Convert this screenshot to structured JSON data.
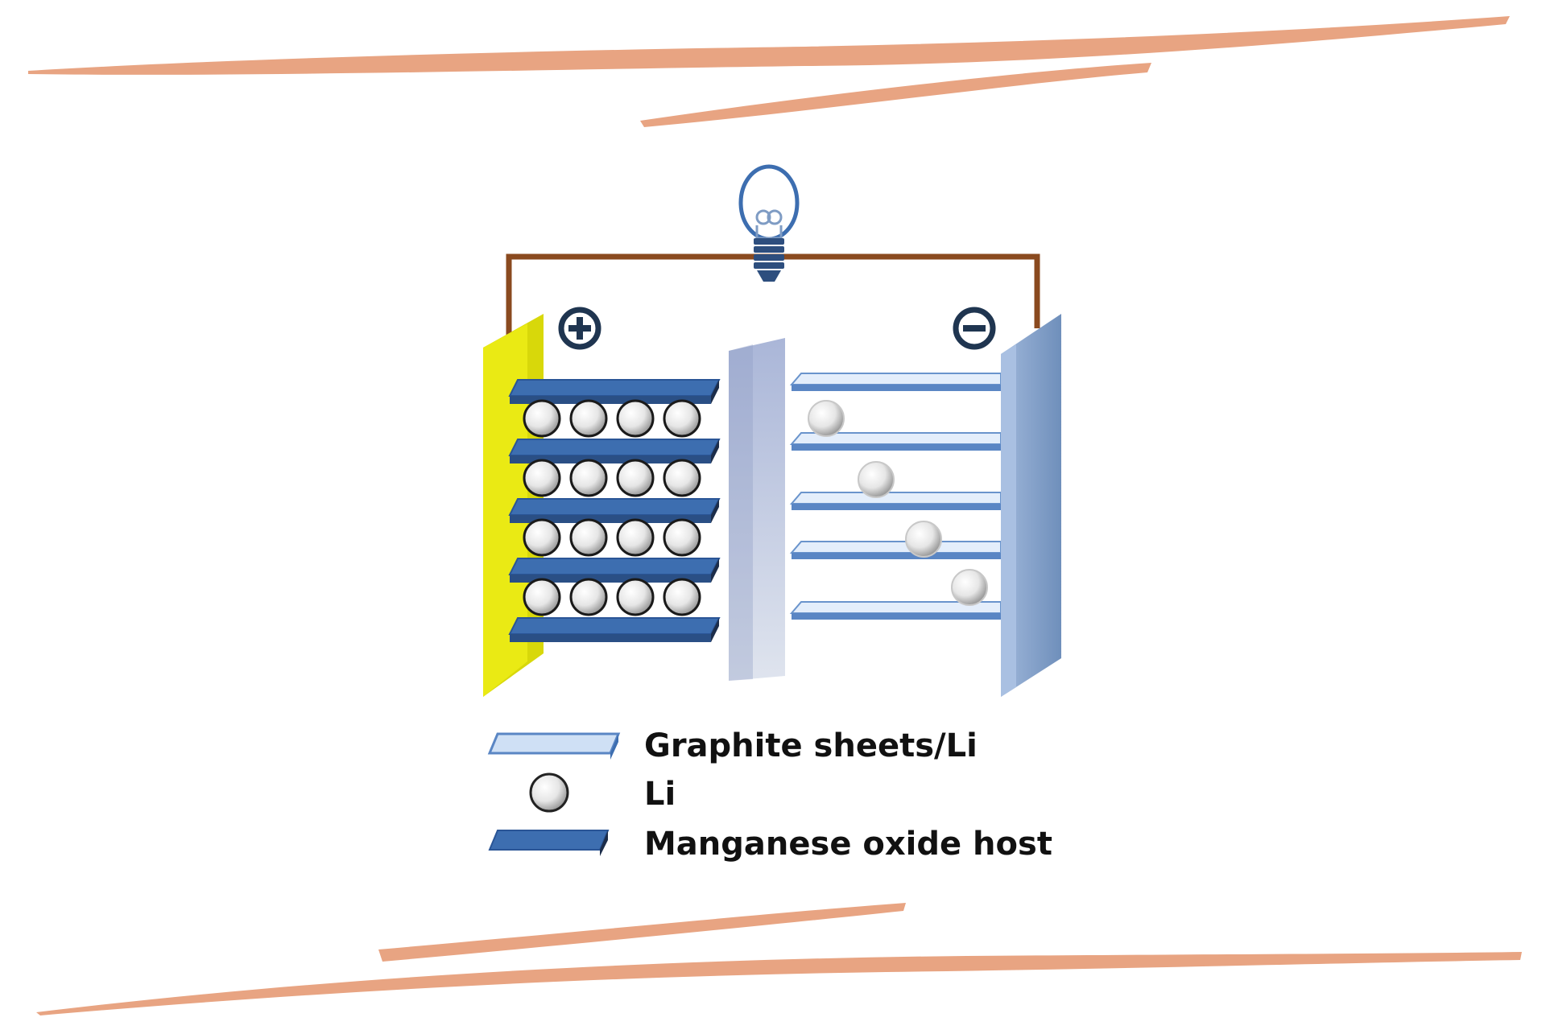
{
  "colors": {
    "background": "#ffffff",
    "brush_stroke": "#e8a482",
    "wire": "#8a4a1f",
    "positive_collector": "#e6e610",
    "separator": "#b6c0dc",
    "negative_collector": "#7f9cc4",
    "manganese_sheet": "#3d6eb0",
    "graphite_sheet": "#cfe0f5",
    "graphite_edge": "#5a86c4",
    "li_ball": "#e8e8e8",
    "terminal_symbol": "#1f3550"
  },
  "icons": {
    "positive_terminal": "plus-circle-icon",
    "negative_terminal": "minus-circle-icon",
    "load": "light-bulb-icon"
  },
  "cathode": {
    "host_layers": 5,
    "li_rows": 4,
    "li_per_row": 4
  },
  "anode": {
    "graphite_sheets": 5,
    "li_atoms": 4
  },
  "legend": {
    "items": [
      {
        "key": "graphite",
        "label": "Graphite sheets/Li"
      },
      {
        "key": "li",
        "label": "Li"
      },
      {
        "key": "manganese",
        "label": "Manganese oxide host"
      }
    ]
  }
}
